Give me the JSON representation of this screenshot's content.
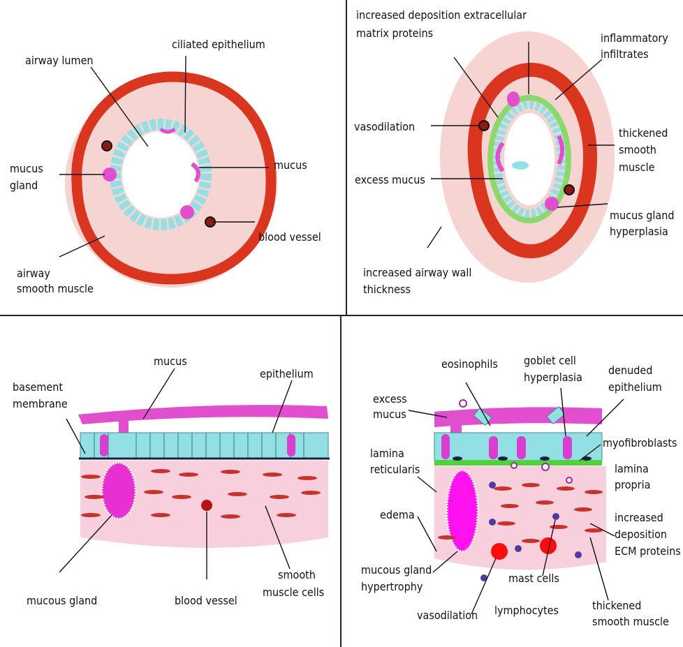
{
  "panels": {
    "top_left": {
      "labels": {
        "airway_lumen": "airway lumen",
        "ciliated_epithelium": "ciliated epithelium",
        "mucus_gland_1": "mucus",
        "mucus_gland_2": "gland",
        "mucus": "mucus",
        "blood_vessel": "blood vessel",
        "airway_smooth_muscle_1": "airway",
        "airway_smooth_muscle_2": "smooth muscle"
      }
    },
    "top_right": {
      "labels": {
        "ecm_1": "increased deposition extracellular",
        "ecm_2": "matrix proteins",
        "inflammatory_1": "inflammatory",
        "inflammatory_2": "infiltrates",
        "vasodilation": "vasodilation",
        "thickened_1": "thickened",
        "thickened_2": "smooth",
        "thickened_3": "muscle",
        "excess_mucus": "excess mucus",
        "hyperplasia_1": "mucus gland",
        "hyperplasia_2": "hyperplasia",
        "wall_1": "increased airway wall",
        "wall_2": "thickness"
      }
    },
    "bottom_left": {
      "labels": {
        "mucus": "mucus",
        "epithelium": "epithelium",
        "basement_1": "basement",
        "basement_2": "membrane",
        "mucous_gland": "mucous gland",
        "blood_vessel": "blood vessel",
        "smooth_1": "smooth",
        "smooth_2": "muscle cells"
      }
    },
    "bottom_right": {
      "labels": {
        "eosinophils": "eosinophils",
        "goblet_1": "goblet cell",
        "goblet_2": "hyperplasia",
        "denuded_1": "denuded",
        "denuded_2": "epithelium",
        "excess_1": "excess",
        "excess_2": "mucus",
        "lamina_ret_1": "lamina",
        "lamina_ret_2": "reticularis",
        "myofibroblasts": "myofibroblasts",
        "lamina_prop_1": "lamina",
        "lamina_prop_2": "propria",
        "edema": "edema",
        "ecm_1": "increased",
        "ecm_2": "deposition",
        "ecm_3": "ECM proteins",
        "hypertrophy_1": "mucous gland",
        "hypertrophy_2": "hypertrophy",
        "mast_cells": "mast cells",
        "vasodilation": "vasodilation",
        "lymphocytes": "lymphocytes",
        "thickened_1": "thickened",
        "thickened_2": "smooth muscle"
      }
    }
  },
  "colors": {
    "wall_pink": "#f6d4d2",
    "muscle_red": "#d9351f",
    "epithelium_cyan": "#93e0e4",
    "mucus_magenta": "#e24fce",
    "lamina_green": "#4fd23b",
    "basement_navy": "#1a1f4a"
  }
}
